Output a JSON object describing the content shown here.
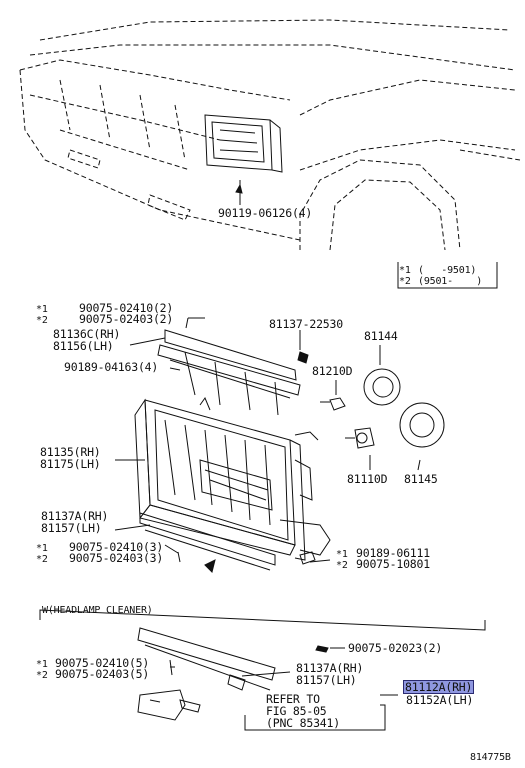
{
  "callouts": {
    "p90119": "90119-06126(4)",
    "note1_mark": "*1",
    "note1_text": "(   -9501)",
    "note2_mark": "*2",
    "note2_text": "(9501-    )",
    "g1_m1": "*1",
    "g1_m2": "*2",
    "p90075_02410_2": "90075-02410(2)",
    "p90075_02403_2": "90075-02403(2)",
    "p81136c": "81136C(RH)",
    "p81156": "81156(LH)",
    "p81137_22530": "81137-22530",
    "p81144": "81144",
    "p90189_04163": "90189-04163(4)",
    "p81210d": "81210D",
    "p81135": "81135(RH)",
    "p81175": "81175(LH)",
    "p81110d": "81110D",
    "p81145": "81145",
    "p81137a": "81137A(RH)",
    "p81157": "81157(LH)",
    "g2_m1": "*1",
    "g2_m2": "*2",
    "p90075_02410_3": "90075-02410(3)",
    "p90075_02403_3": "90075-02403(3)",
    "g3_m1": "*1",
    "g3_m2": "*2",
    "p90189_06111": "90189-06111",
    "p90075_10801": "90075-10801",
    "headlamp_cleaner": "W(HEADLAMP CLEANER)",
    "p90075_02023": "90075-02023(2)",
    "g4_m1": "*1",
    "g4_m2": "*2",
    "p90075_02410_5": "90075-02410(5)",
    "p90075_02403_5": "90075-02403(5)",
    "p81137a_2": "81137A(RH)",
    "p81157_2": "81157(LH)",
    "refer1": "REFER TO",
    "refer2": "FIG 85-05",
    "refer3": "(PNC 85341)",
    "p81112a": "81112A(RH)",
    "p81152a": "81152A(LH)",
    "figure_id": "814775B"
  },
  "colors": {
    "highlight": "#8f97e0",
    "ink": "#111111"
  }
}
